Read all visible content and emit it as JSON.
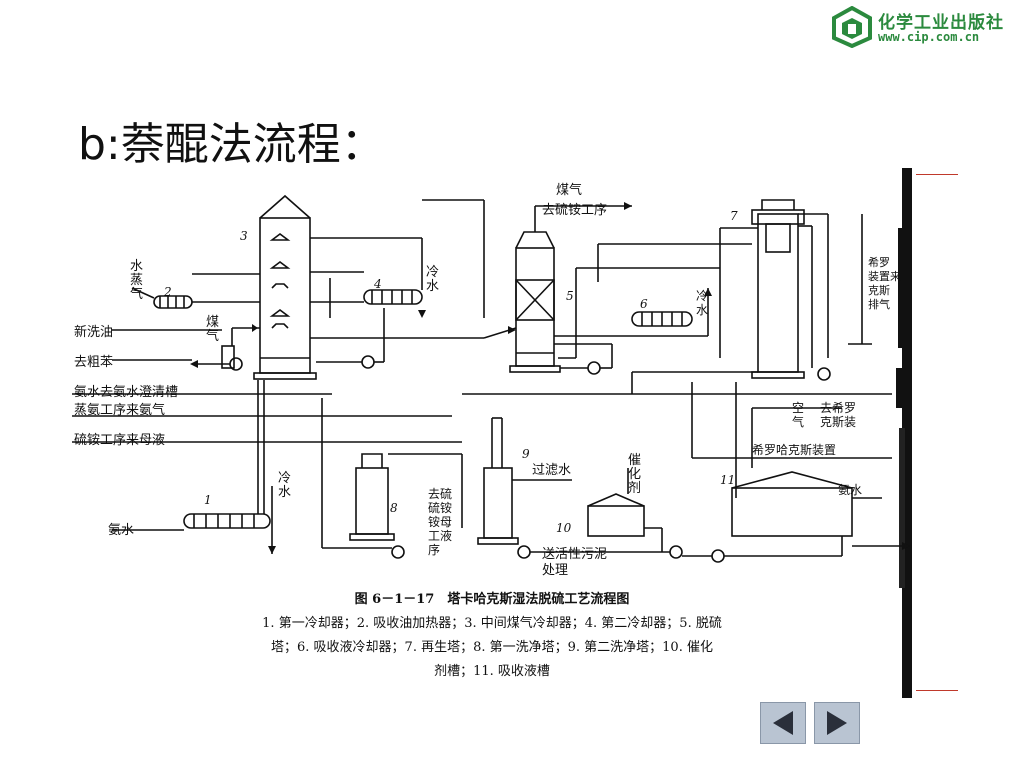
{
  "publisher": {
    "name": "化学工业出版社",
    "url": "www.cip.com.cn",
    "color": "#2b8a3e"
  },
  "slide": {
    "title": "b:萘醌法流程："
  },
  "diagram": {
    "labels": {
      "top_gas": "煤气",
      "to_ammonium_sulfate": "去硫铵工序",
      "steam_1": "水",
      "steam_2": "蒸",
      "steam_3": "气",
      "gas_1": "煤",
      "gas_2": "气",
      "new_wash_oil": "新洗油",
      "to_crude_benzene": "去粗苯",
      "ammonia_clarifier": "氨水去氨水澄清槽",
      "ammonia_from_distill": "蒸氨工序来氨气",
      "mother_liquor_from_sulfate": "硫铵工序来母液",
      "cold_water_a1": "冷",
      "cold_water_a2": "水",
      "cold_water_b1": "冷",
      "cold_water_b2": "水",
      "cold_water_c1": "冷",
      "cold_water_c2": "水",
      "ammonia_water_left": "氨水",
      "to_sulfate_mother_1": "去硫",
      "to_sulfate_mother_2": "硫铵",
      "to_sulfate_mother_3": "铵母",
      "to_sulfate_mother_4": "工液",
      "to_sulfate_mother_5": "序",
      "filtered_water": "过滤水",
      "catalyst_1": "催",
      "catalyst_2": "化",
      "catalyst_3": "剂",
      "to_activated_sludge_1": "送活性污泥",
      "to_activated_sludge_2": "处理",
      "air_1": "空",
      "air_2": "气",
      "to_hiroax_1": "去希罗",
      "to_hiroax_2": "克斯装",
      "hiroax_unit": "希罗哈克斯装置",
      "ammonia_water_right": "氨水",
      "side_1": "希罗",
      "side_2": "装置来",
      "side_3": "克斯",
      "side_4": "排气"
    },
    "equipment_numbers": [
      "1",
      "2",
      "3",
      "4",
      "5",
      "6",
      "7",
      "8",
      "9",
      "10",
      "11"
    ],
    "caption": {
      "title": "图 6－1－17　塔卡哈克斯湿法脱硫工艺流程图",
      "line1": "1. 第一冷却器；2. 吸收油加热器；3. 中间煤气冷却器；4. 第二冷却器；5. 脱硫",
      "line2": "塔；6. 吸收液冷却器；7. 再生塔；8. 第一洗净塔；9. 第二洗净塔；10. 催化",
      "line3": "剂槽；11. 吸收液槽"
    }
  },
  "navigation": {
    "prev_icon": "triangle-left-icon",
    "next_icon": "triangle-right-icon",
    "accent": "#b9c4d2"
  }
}
